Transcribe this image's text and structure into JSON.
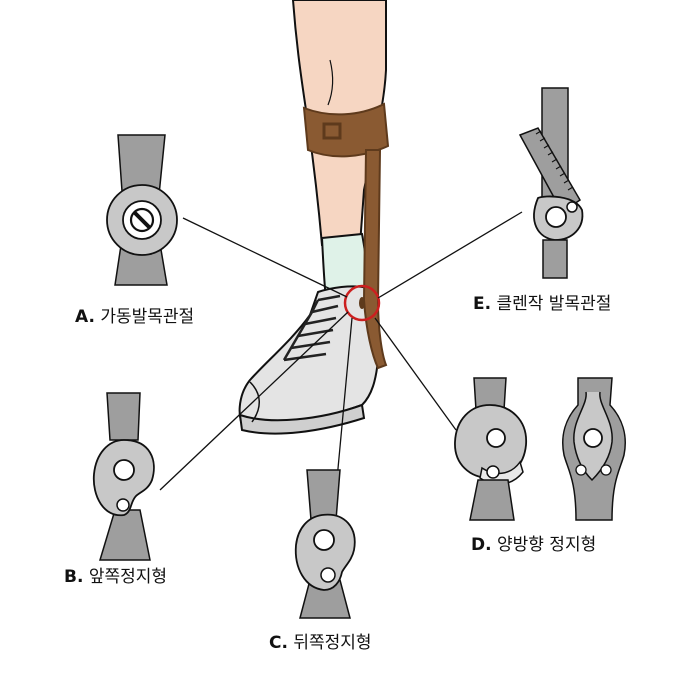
{
  "labels": {
    "a": {
      "letter": "A.",
      "text": "가동발목관절"
    },
    "b": {
      "letter": "B.",
      "text": "앞쪽정지형"
    },
    "c": {
      "letter": "C.",
      "text": "뒤쪽정지형"
    },
    "d": {
      "letter": "D.",
      "text": "양방향 정지형"
    },
    "e": {
      "letter": "E.",
      "text": "클렌작 발목관절"
    }
  },
  "colors": {
    "metal": "#9e9e9e",
    "metal_light": "#c8c8c8",
    "leather": "#8a5a32",
    "leather_dark": "#5e3a1c",
    "skin": "#f6d6c2",
    "sock": "#dff2e8",
    "shoe": "#e2e2e2",
    "highlight_circle": "#cc1f1f",
    "line": "#111111"
  }
}
